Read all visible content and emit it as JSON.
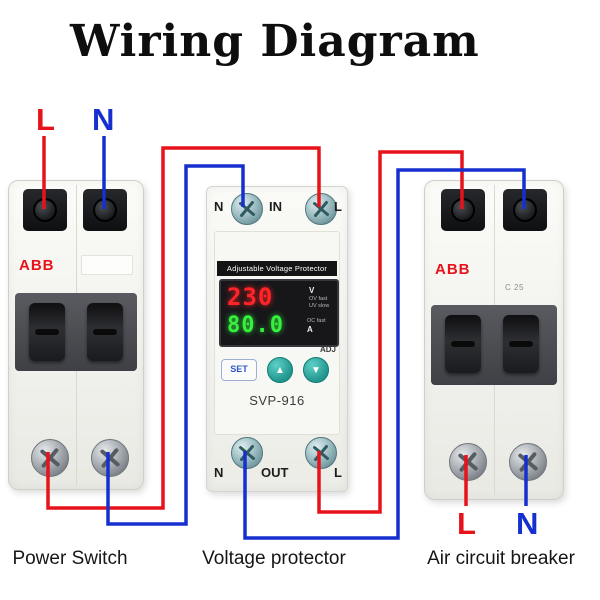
{
  "title": "Wiring Diagram",
  "supply": {
    "live": "L",
    "neutral": "N"
  },
  "load": {
    "live": "L",
    "neutral": "N"
  },
  "captions": {
    "power_switch": "Power Switch",
    "protector": "Voltage protector",
    "air_breaker": "Air circuit breaker"
  },
  "power_switch": {
    "brand": "ABB"
  },
  "air_breaker": {
    "brand": "ABB",
    "spec": "C 25"
  },
  "protector": {
    "label": "Adjustable Voltage Protector",
    "model": "SVP-916",
    "top": {
      "left": "N",
      "mid": "IN",
      "right": "L"
    },
    "bottom": {
      "left": "N",
      "mid": "OUT",
      "right": "L"
    },
    "display": {
      "voltage": "230",
      "voltage_unit": "V",
      "ov": "OV fast",
      "uv": "UV slow",
      "current": "80.0",
      "current_unit": "A",
      "oc": "OC fast",
      "adj": "ADJ"
    },
    "buttons": {
      "set": "SET",
      "up": "▲",
      "down": "▼"
    }
  },
  "colors": {
    "live": "#e8121a",
    "neutral": "#1530cf",
    "abb_red": "#e8121a",
    "button_teal": "#2aa39a",
    "display_red": "#ff2428",
    "display_green": "#35f03c"
  }
}
